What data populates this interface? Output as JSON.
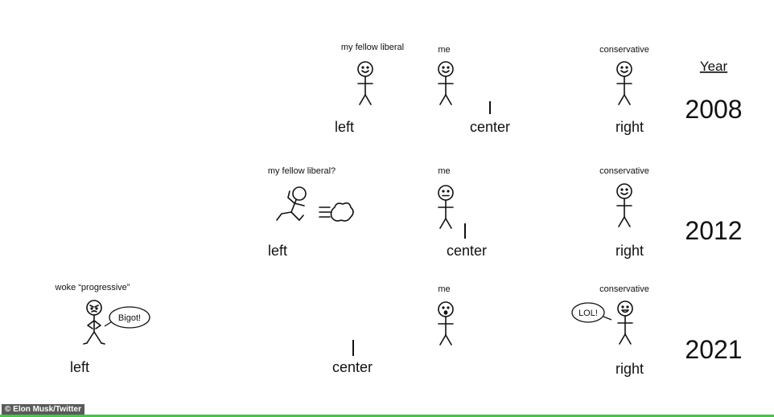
{
  "header": {
    "year_heading": "Year"
  },
  "rows": [
    {
      "year": "2008",
      "axis": {
        "left": "left",
        "center": "center",
        "right": "right"
      },
      "figures": {
        "left_person": "my fellow liberal",
        "me": "me",
        "right_person": "conservative"
      }
    },
    {
      "year": "2012",
      "axis": {
        "left": "left",
        "center": "center",
        "right": "right"
      },
      "figures": {
        "left_person": "my fellow liberal?",
        "me": "me",
        "right_person": "conservative"
      }
    },
    {
      "year": "2021",
      "axis": {
        "left": "left",
        "center": "center",
        "right": "right"
      },
      "figures": {
        "left_person": "woke “progressive”",
        "me": "me",
        "right_person": "conservative"
      },
      "bubbles": {
        "left_person": "Bigot!",
        "right_person": "LOL!"
      }
    }
  ],
  "colors": {
    "liberal_blue": "#4a78b4",
    "conservative_red": "#d9623b"
  },
  "footer": {
    "credit": "© Elon Musk/Twitter"
  }
}
